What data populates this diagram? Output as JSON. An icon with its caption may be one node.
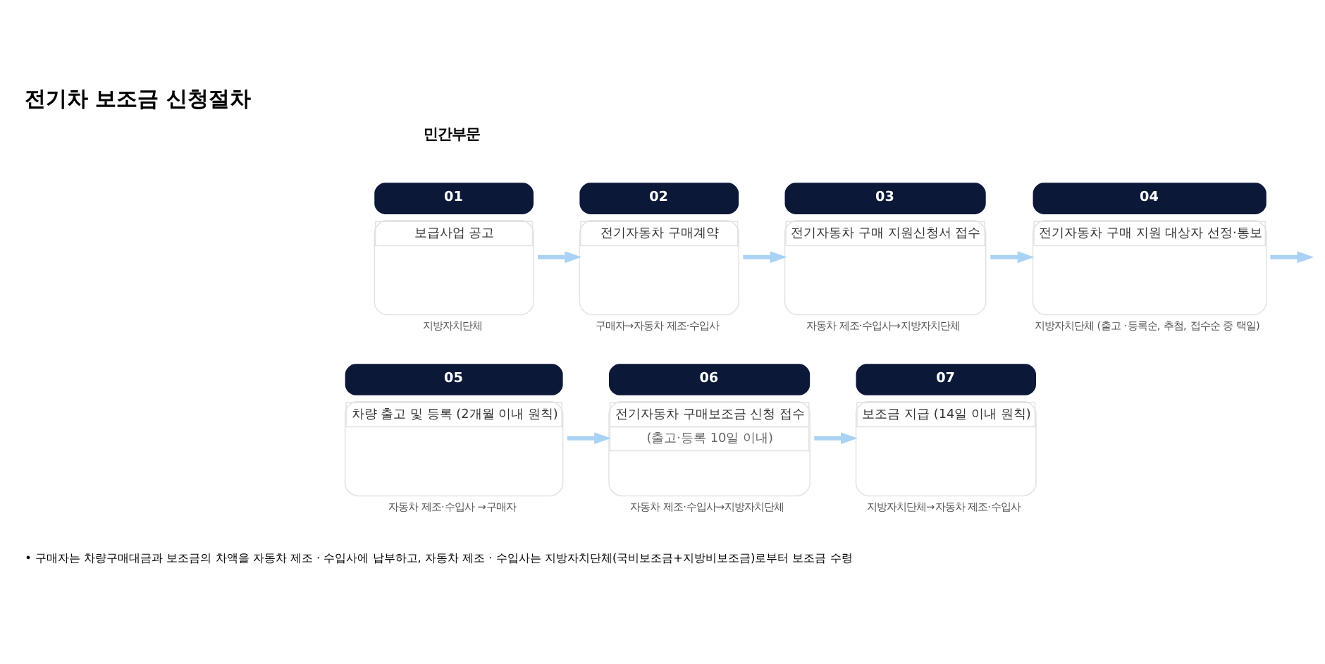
{
  "diagram": {
    "title": "전기차 보조금 신청절차",
    "nodes": [
      {
        "text": [
          "01",
          "보급사업 공고"
        ],
        "beside": [
          "지방자치단체"
        ]
      },
      {
        "text": [
          "02",
          "전기자동차 구매계약"
        ],
        "beside": [
          "구매자→자동차 제조·수입사"
        ]
      },
      {
        "text": [
          "03",
          "전기자동차 구매 지원신청서 접수"
        ],
        "beside": [
          "자동차 제조·수입사→지방자치단체"
        ]
      },
      {
        "text": [
          "04",
          "전기자동차 구매 지원 대상자 선정·통보"
        ],
        "beside": [
          "지방자치단체 (출고 ·등록순, 추첨, 접수순 중 택일)"
        ]
      },
      {
        "text": [
          "05",
          "차량 출고 및 등록 (2개월 이내 원칙)"
        ],
        "beside": [
          "자동차 제조·수입사 →구매자"
        ]
      },
      {
        "text": [
          "06",
          "전기자동차 구매보조금 신청 접수",
          "(출고·등록 10일 이내)"
        ],
        "beside": [
          "자동차 제조·수입사→지방자치단체"
        ]
      },
      {
        "text": [
          "07",
          "보조금 지급 (14일 이내 원칙)"
        ],
        "beside": [
          "지방자치단체→자동차 제조·수입사"
        ]
      }
    ],
    "edges": [
      {
        "from": 0,
        "to": 1,
        "arrow": "to"
      },
      {
        "from": 1,
        "to": 2,
        "arrow": "to"
      },
      {
        "from": 2,
        "to": 3,
        "arrow": "to"
      },
      {
        "from": 3,
        "to": null,
        "arrow": "to"
      },
      {
        "from": 4,
        "to": 5,
        "arrow": "to"
      },
      {
        "from": 5,
        "to": 6,
        "arrow": "to"
      }
    ],
    "labels": [
      "민간부문",
      "• 구매자는 차량구매대금과 보조금의 차액을 자동차 제조 · 수입사에 납부하고, 자동차 제조 · 수입사는 지방자치단체(국비보조금+지방비보조금)로부터 보조금 수령"
    ]
  }
}
